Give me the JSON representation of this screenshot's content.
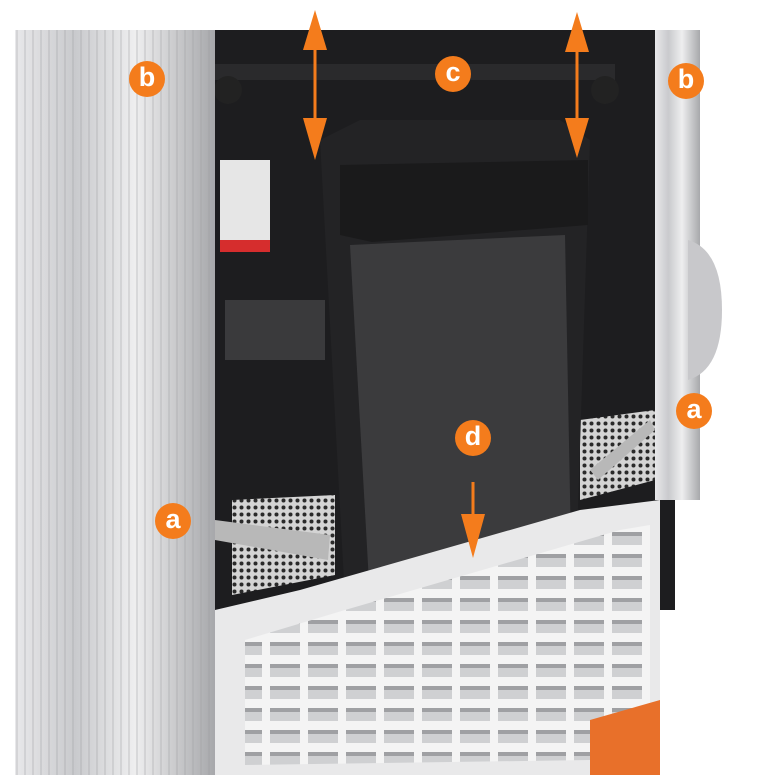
{
  "accent_color": "#f47c1c",
  "labels": [
    {
      "id": "b-left",
      "text": "b"
    },
    {
      "id": "c",
      "text": "c"
    },
    {
      "id": "b-right",
      "text": "b"
    },
    {
      "id": "a-right",
      "text": "a"
    },
    {
      "id": "d",
      "text": "d"
    },
    {
      "id": "a-left",
      "text": "a"
    }
  ]
}
